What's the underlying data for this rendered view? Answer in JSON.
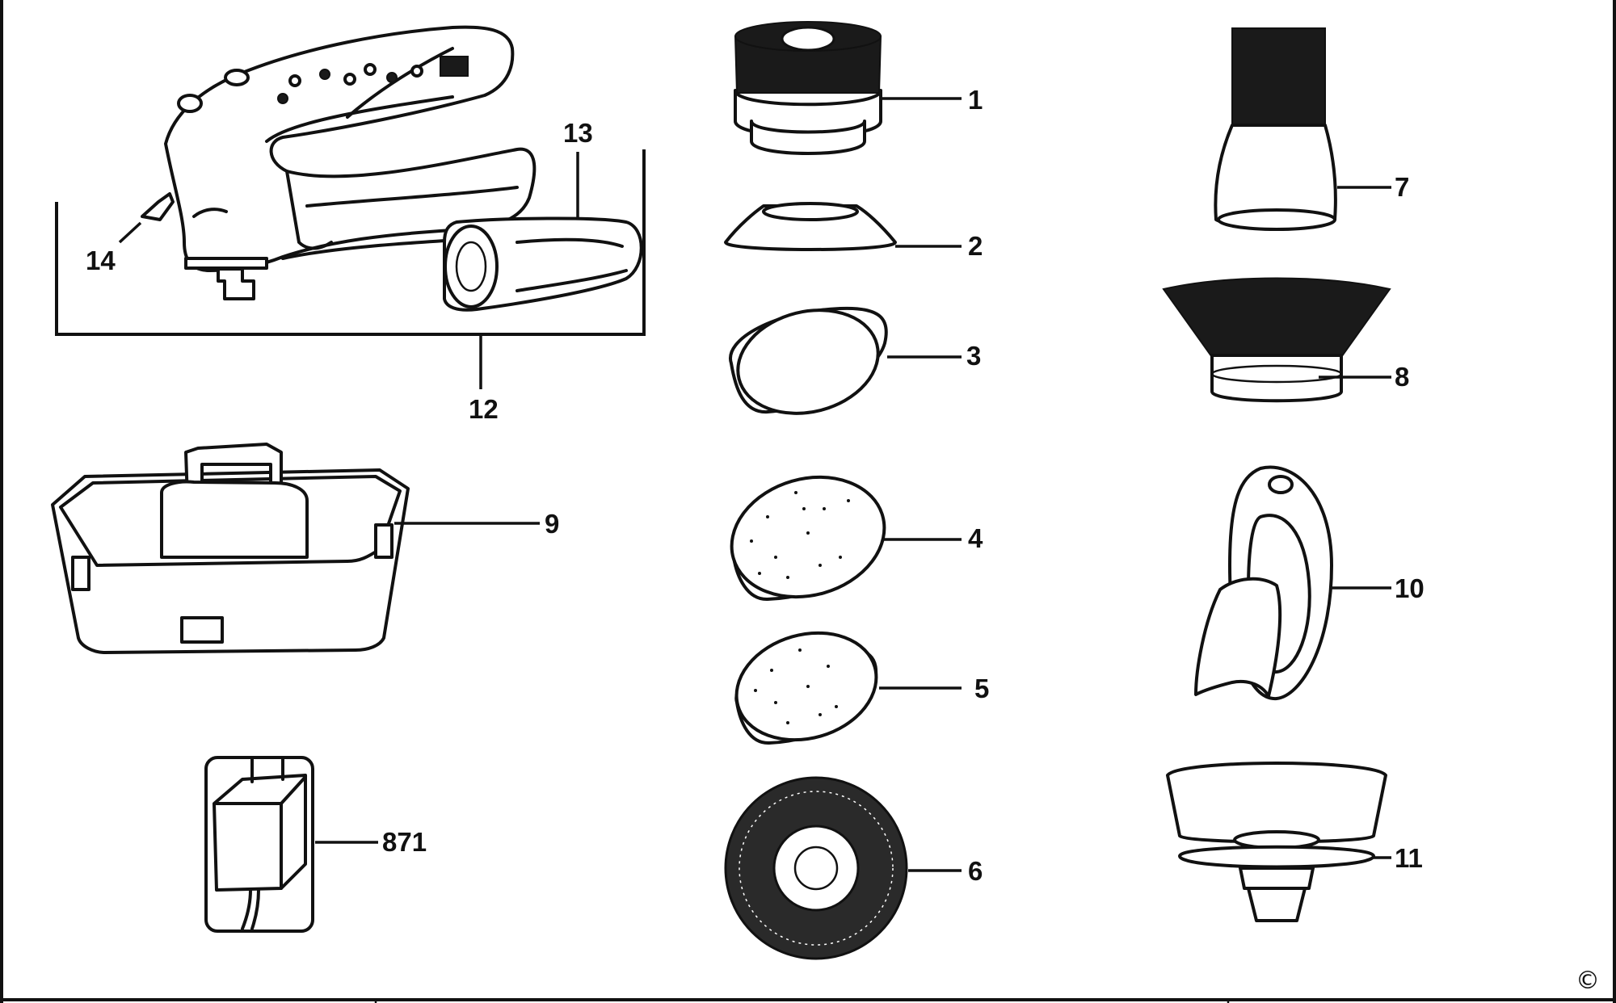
{
  "diagram": {
    "part_numbers": [
      "1",
      "2",
      "3",
      "4",
      "5",
      "6",
      "7",
      "8",
      "9",
      "10",
      "11",
      "12",
      "13",
      "14",
      "871"
    ],
    "copyright_symbol": "©"
  }
}
